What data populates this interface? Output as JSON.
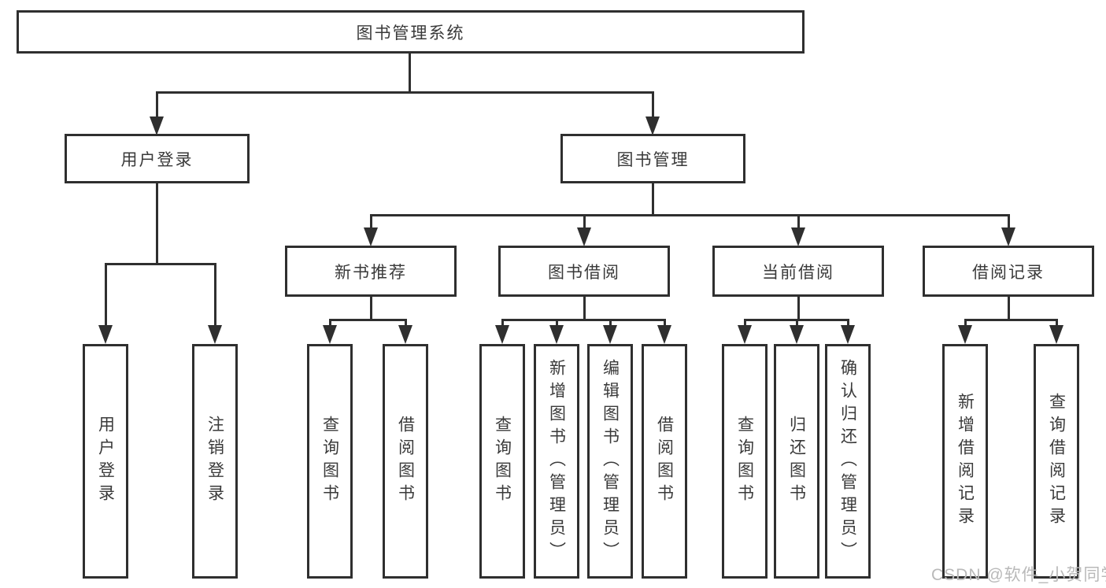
{
  "tree": {
    "label": "图书管理系统",
    "children": [
      {
        "label": "用户登录",
        "children": [
          {
            "label": "用户登录"
          },
          {
            "label": "注销登录"
          }
        ]
      },
      {
        "label": "图书管理",
        "children": [
          {
            "label": "新书推荐",
            "children": [
              {
                "label": "查询图书"
              },
              {
                "label": "借阅图书"
              }
            ]
          },
          {
            "label": "图书借阅",
            "children": [
              {
                "label": "查询图书"
              },
              {
                "label": "新增图书（管理员）"
              },
              {
                "label": "编辑图书（管理员）"
              },
              {
                "label": "借阅图书"
              }
            ]
          },
          {
            "label": "当前借阅",
            "children": [
              {
                "label": "查询图书"
              },
              {
                "label": "归还图书"
              },
              {
                "label": "确认归还（管理员）"
              }
            ]
          },
          {
            "label": "借阅记录",
            "children": [
              {
                "label": "新增借阅记录"
              },
              {
                "label": "查询借阅记录"
              }
            ]
          }
        ]
      }
    ]
  },
  "watermark": {
    "text": "CSDN @软件_小贺同学",
    "color": "#b9b9b9"
  },
  "colors": {
    "line": "#2f2f2f",
    "border": "#2f2f2f",
    "text": "#3a3a3a",
    "background": "#ffffff"
  }
}
